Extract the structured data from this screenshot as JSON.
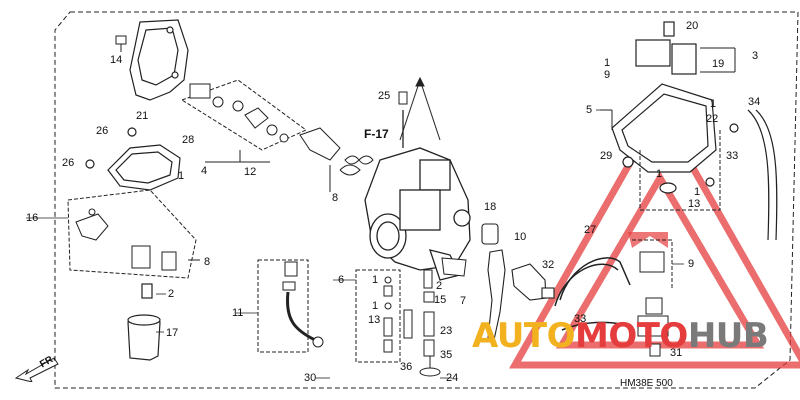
{
  "labels": [
    "14",
    "20",
    "3",
    "19",
    "1",
    "9",
    "21",
    "25",
    "5",
    "1",
    "22",
    "34",
    "26",
    "28",
    "F-17",
    "29",
    "33",
    "26",
    "1",
    "4",
    "12",
    "1",
    "13",
    "8",
    "16",
    "18",
    "10",
    "27",
    "9",
    "32",
    "8",
    "2",
    "6",
    "1",
    "7",
    "11",
    "1",
    "15",
    "13",
    "2",
    "23",
    "17",
    "33",
    "31",
    "36",
    "35",
    "30",
    "24",
    "1"
  ],
  "diagram_code": "HM38E 500",
  "direction_label": "FR.",
  "watermark": {
    "part_a": "AUTO",
    "part_b": "MOTO",
    "part_c": "HUB"
  },
  "colors": {
    "line": "#222222",
    "watermark_red": "#e53d3d",
    "watermark_yellow": "#f2b21f",
    "watermark_gray": "#7a7a7a"
  }
}
